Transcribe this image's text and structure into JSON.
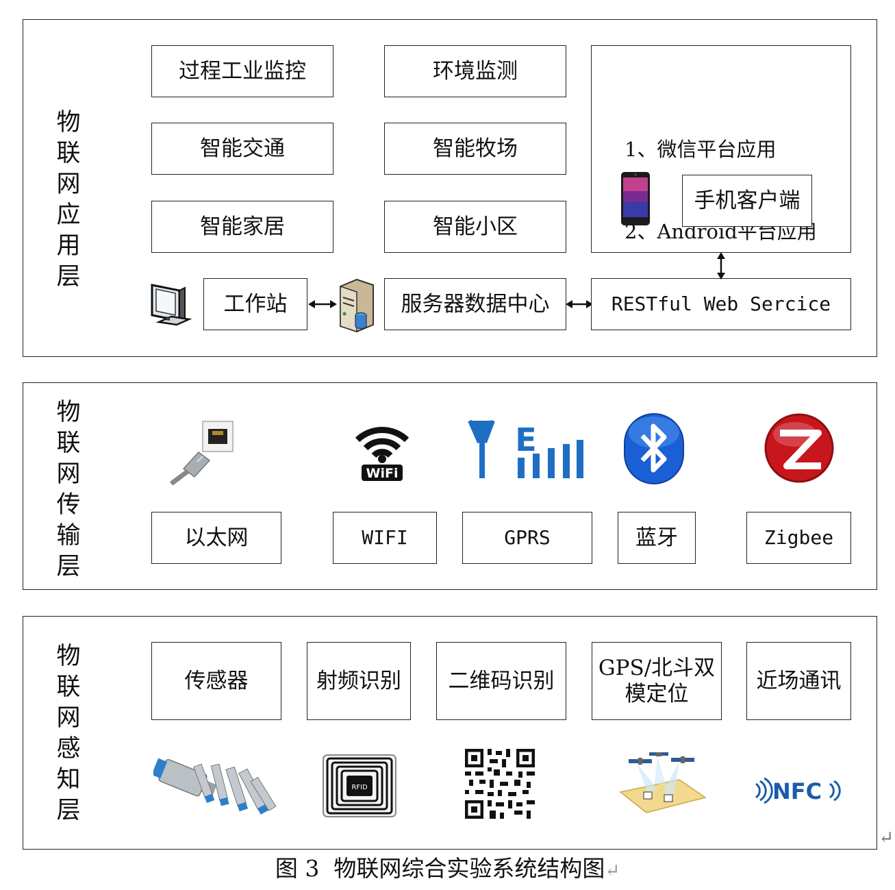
{
  "application_layer": {
    "title_chars": [
      "物",
      "联",
      "网",
      "应",
      "用",
      "层"
    ],
    "boxes": {
      "industrial": "过程工业监控",
      "environment": "环境监测",
      "traffic": "智能交通",
      "ranch": "智能牧场",
      "home": "智能家居",
      "community": "智能小区",
      "workstation": "工作站",
      "server": "服务器数据中心",
      "rest": "RESTful Web Sercice",
      "mobile_client": "手机客户端"
    },
    "platforms": [
      "1、微信平台应用",
      "2、Android平台应用"
    ]
  },
  "transport_layer": {
    "title_chars": [
      "物",
      "联",
      "网",
      "传",
      "输",
      "层"
    ],
    "boxes": {
      "ethernet": "以太网",
      "wifi": "WIFI",
      "gprs": "GPRS",
      "bluetooth": "蓝牙",
      "zigbee": "Zigbee"
    },
    "icon_text": {
      "wifi": "WiFi",
      "gprs": "E"
    }
  },
  "perception_layer": {
    "title_chars": [
      "物",
      "联",
      "网",
      "感",
      "知",
      "层"
    ],
    "boxes": {
      "sensor": "传感器",
      "rfid": "射频识别",
      "qrcode": "二维码识别",
      "gps_line1": "GPS/北斗双",
      "gps_line2": "模定位",
      "nfc": "近场通讯"
    },
    "icon_text": {
      "rfid": "RFID",
      "nfc": "NFC"
    }
  },
  "caption": {
    "label": "图 3",
    "text": "物联网综合实验系统结构图"
  },
  "colors": {
    "wifi_blue": "#1e6fc4",
    "bluetooth_blue": "#1a5fd6",
    "zigbee_red": "#c8161d",
    "nfc_blue": "#1b5cab"
  }
}
